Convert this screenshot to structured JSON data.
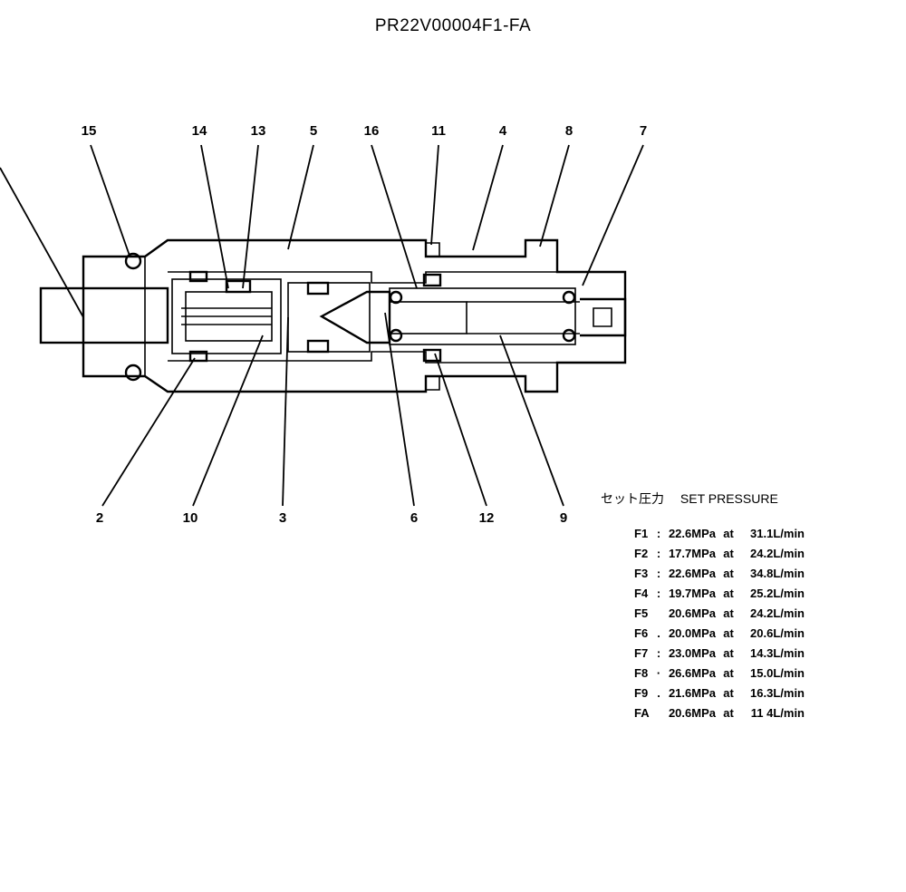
{
  "title": "PR22V00004F1-FA",
  "callouts": [
    "15",
    "14",
    "13",
    "5",
    "16",
    "11",
    "4",
    "8",
    "7",
    "2",
    "10",
    "3",
    "6",
    "12",
    "9"
  ],
  "set_pressure": {
    "heading_jp": "セット圧力",
    "heading_en": "SET PRESSURE",
    "rows": [
      {
        "id": "F1",
        "sep": ":",
        "pressure": "22.6MPa",
        "at": "at",
        "flow": "31.1L/min"
      },
      {
        "id": "F2",
        "sep": ":",
        "pressure": "17.7MPa",
        "at": "at",
        "flow": "24.2L/min"
      },
      {
        "id": "F3",
        "sep": ":",
        "pressure": "22.6MPa",
        "at": "at",
        "flow": "34.8L/min"
      },
      {
        "id": "F4",
        "sep": ":",
        "pressure": "19.7MPa",
        "at": "at",
        "flow": "25.2L/min"
      },
      {
        "id": "F5",
        "sep": "",
        "pressure": "20.6MPa",
        "at": "at",
        "flow": "24.2L/min"
      },
      {
        "id": "F6",
        "sep": ".",
        "pressure": "20.0MPa",
        "at": "at",
        "flow": "20.6L/min"
      },
      {
        "id": "F7",
        "sep": ":",
        "pressure": "23.0MPa",
        "at": "at",
        "flow": "14.3L/min"
      },
      {
        "id": "F8",
        "sep": "·",
        "pressure": "26.6MPa",
        "at": "at",
        "flow": "15.0L/min"
      },
      {
        "id": "F9",
        "sep": ".",
        "pressure": "21.6MPa",
        "at": "at",
        "flow": "16.3L/min"
      },
      {
        "id": "FA",
        "sep": "",
        "pressure": "20.6MPa",
        "at": "at",
        "flow": "11 4L/min"
      }
    ]
  }
}
